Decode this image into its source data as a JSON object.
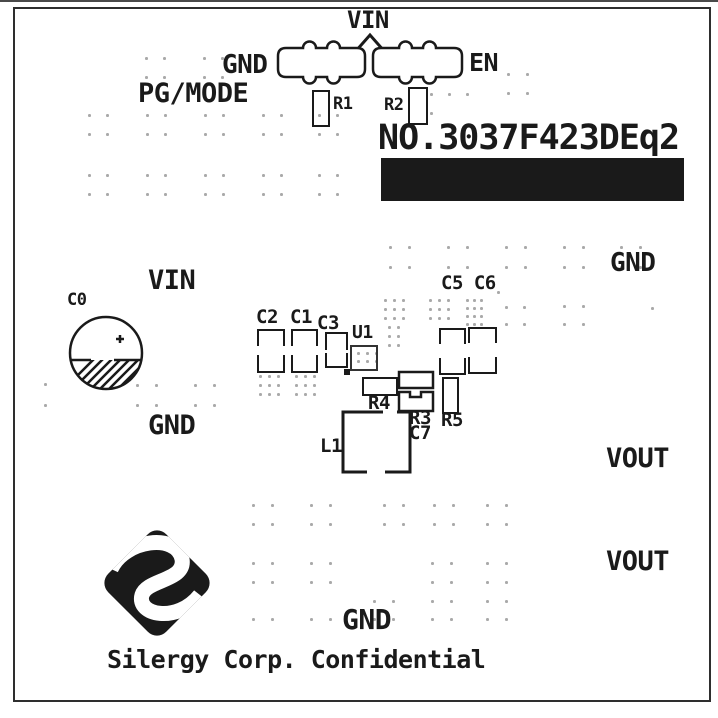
{
  "colors": {
    "silkscreen": "#1a1a1a",
    "via": "#a9a9a9",
    "background": "#ffffff",
    "frame": "#2e2e2e",
    "logo": "#1a1a1a"
  },
  "header": {
    "vin": "VIN",
    "gnd": "GND",
    "en": "EN",
    "pg_mode": "PG/MODE"
  },
  "board_no": "NO.3037F423DEq2",
  "components": {
    "r1": "R1",
    "r2": "R2",
    "c0": "C0",
    "c1": "C1",
    "c2": "C2",
    "c3": "C3",
    "u1": "U1",
    "c5c6": "C5 C6",
    "r4": "R4",
    "r3": "R3",
    "c7": "C7",
    "r5": "R5",
    "l1": "L1"
  },
  "nets": {
    "gnd_right": "GND",
    "vin_in": "VIN",
    "gnd_in": "GND",
    "vout_upper": "VOUT",
    "vout_lower": "VOUT",
    "gnd_bottom": "GND"
  },
  "footer": {
    "confidential": "Silergy Corp. Confidential"
  },
  "vias": [
    [
      88,
      114,
      2,
      2,
      18,
      19
    ],
    [
      146,
      114,
      2,
      2,
      18,
      19
    ],
    [
      204,
      114,
      2,
      2,
      18,
      19
    ],
    [
      262,
      114,
      2,
      2,
      18,
      19
    ],
    [
      318,
      114,
      2,
      2,
      18,
      19
    ],
    [
      88,
      174,
      2,
      2,
      18,
      19
    ],
    [
      146,
      174,
      2,
      2,
      18,
      19
    ],
    [
      204,
      174,
      2,
      2,
      18,
      19
    ],
    [
      262,
      174,
      2,
      2,
      18,
      19
    ],
    [
      318,
      174,
      2,
      2,
      18,
      19
    ],
    [
      145,
      57,
      2,
      2,
      18,
      19
    ],
    [
      203,
      57,
      2,
      2,
      18,
      19
    ],
    [
      430,
      93,
      3,
      1,
      18,
      0
    ],
    [
      430,
      112,
      1,
      1,
      0,
      0
    ],
    [
      507,
      73,
      2,
      2,
      19,
      19
    ],
    [
      389,
      246,
      2,
      2,
      19,
      20
    ],
    [
      447,
      246,
      2,
      2,
      19,
      20
    ],
    [
      505,
      246,
      2,
      2,
      19,
      20
    ],
    [
      563,
      246,
      2,
      2,
      19,
      20
    ],
    [
      620,
      246,
      2,
      2,
      19,
      20
    ],
    [
      384,
      299,
      3,
      3,
      9,
      9
    ],
    [
      429,
      299,
      3,
      3,
      9,
      9
    ],
    [
      466,
      299,
      3,
      4,
      7,
      8
    ],
    [
      497,
      291,
      1,
      1,
      0,
      0
    ],
    [
      505,
      306,
      2,
      2,
      18,
      17
    ],
    [
      563,
      305,
      2,
      2,
      19,
      18
    ],
    [
      651,
      307,
      1,
      1,
      0,
      0
    ],
    [
      388,
      326,
      2,
      3,
      9,
      9
    ],
    [
      357,
      352,
      3,
      2,
      9,
      8
    ],
    [
      259,
      375,
      3,
      3,
      9,
      9
    ],
    [
      295,
      375,
      3,
      3,
      9,
      9
    ],
    [
      44,
      383,
      1,
      2,
      0,
      21
    ],
    [
      136,
      384,
      2,
      2,
      19,
      20
    ],
    [
      194,
      384,
      2,
      2,
      19,
      20
    ],
    [
      252,
      504,
      2,
      2,
      19,
      19
    ],
    [
      310,
      504,
      2,
      2,
      19,
      19
    ],
    [
      383,
      504,
      2,
      2,
      19,
      19
    ],
    [
      433,
      504,
      2,
      2,
      19,
      19
    ],
    [
      486,
      504,
      2,
      2,
      19,
      19
    ],
    [
      252,
      562,
      2,
      2,
      19,
      19
    ],
    [
      310,
      562,
      2,
      2,
      19,
      19
    ],
    [
      431,
      562,
      2,
      2,
      19,
      19
    ],
    [
      486,
      562,
      2,
      2,
      19,
      19
    ],
    [
      373,
      600,
      2,
      2,
      19,
      18
    ],
    [
      431,
      600,
      2,
      2,
      19,
      18
    ],
    [
      486,
      600,
      2,
      2,
      19,
      18
    ],
    [
      252,
      618,
      2,
      1,
      19,
      0
    ],
    [
      310,
      618,
      2,
      1,
      19,
      0
    ]
  ]
}
